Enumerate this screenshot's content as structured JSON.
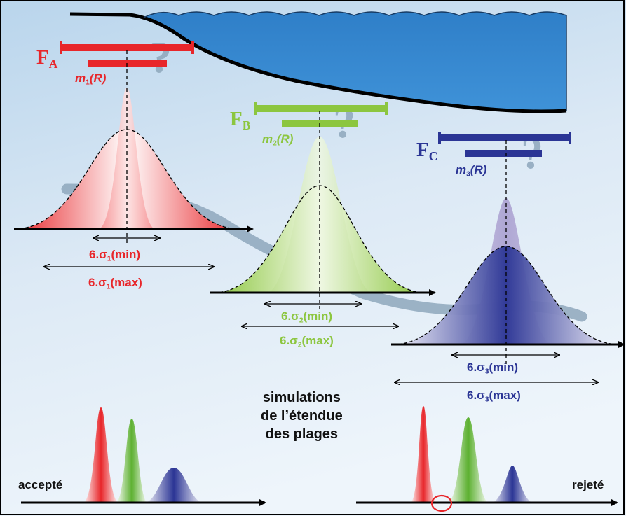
{
  "colors": {
    "red": "#e8262a",
    "green": "#8cc63f",
    "blue": "#2b3595",
    "water": "#3b8fd4",
    "background_top": "#c8dff0",
    "background_bottom": "#e8f2fa"
  },
  "groups": {
    "a": {
      "f_base": "F",
      "f_sub": "A",
      "m_base": "m",
      "m_sub": "1",
      "m_arg": "(R)",
      "sigma_min": {
        "base": "6.σ",
        "sub": "1",
        "suffix": "(min)"
      },
      "sigma_max": {
        "base": "6.σ",
        "sub": "1",
        "suffix": "(max)"
      }
    },
    "b": {
      "f_base": "F",
      "f_sub": "B",
      "m_base": "m",
      "m_sub": "2",
      "m_arg": "(R)",
      "sigma_min": {
        "base": "6.σ",
        "sub": "2",
        "suffix": "(min)"
      },
      "sigma_max": {
        "base": "6.σ",
        "sub": "2",
        "suffix": "(max)"
      }
    },
    "c": {
      "f_base": "F",
      "f_sub": "C",
      "m_base": "m",
      "m_sub": "3",
      "m_arg": "(R)",
      "sigma_min": {
        "base": "6.σ",
        "sub": "3",
        "suffix": "(min)"
      },
      "sigma_max": {
        "base": "6.σ",
        "sub": "3",
        "suffix": "(max)"
      }
    }
  },
  "question_mark": "?",
  "simulations_text": {
    "line1": "simulations",
    "line2": "de l’étendue",
    "line3": "des plages"
  },
  "bottom": {
    "accepted_label": "accepté",
    "rejected_label": "rejeté"
  }
}
